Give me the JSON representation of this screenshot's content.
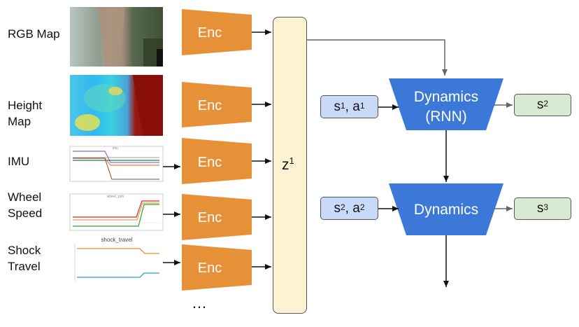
{
  "inputs": [
    {
      "label_lines": [
        "RGB Map"
      ]
    },
    {
      "label_lines": [
        "Height",
        "Map"
      ]
    },
    {
      "label_lines": [
        "IMU"
      ]
    },
    {
      "label_lines": [
        "Wheel",
        "Speed"
      ]
    },
    {
      "label_lines": [
        "Shock",
        "Travel"
      ]
    }
  ],
  "encoder_label": "Enc",
  "encoder_color": "#e69138",
  "thumbnails": {
    "imu_title": "imu",
    "wheel_title": "wheel_rpm",
    "shock_title": "shock_travel"
  },
  "latent": {
    "base": "z",
    "sup": "1"
  },
  "ellipsis": "…",
  "dynamics": [
    {
      "lines": [
        "Dynamics",
        "(RNN)"
      ],
      "input": {
        "s": "1",
        "a": "1"
      },
      "output": "2"
    },
    {
      "lines": [
        "Dynamics"
      ],
      "input": {
        "s": "2",
        "a": "2"
      },
      "output": "3"
    }
  ],
  "dynamics_color": "#3c78d8",
  "state_symbol": "s",
  "action_symbol": "a"
}
